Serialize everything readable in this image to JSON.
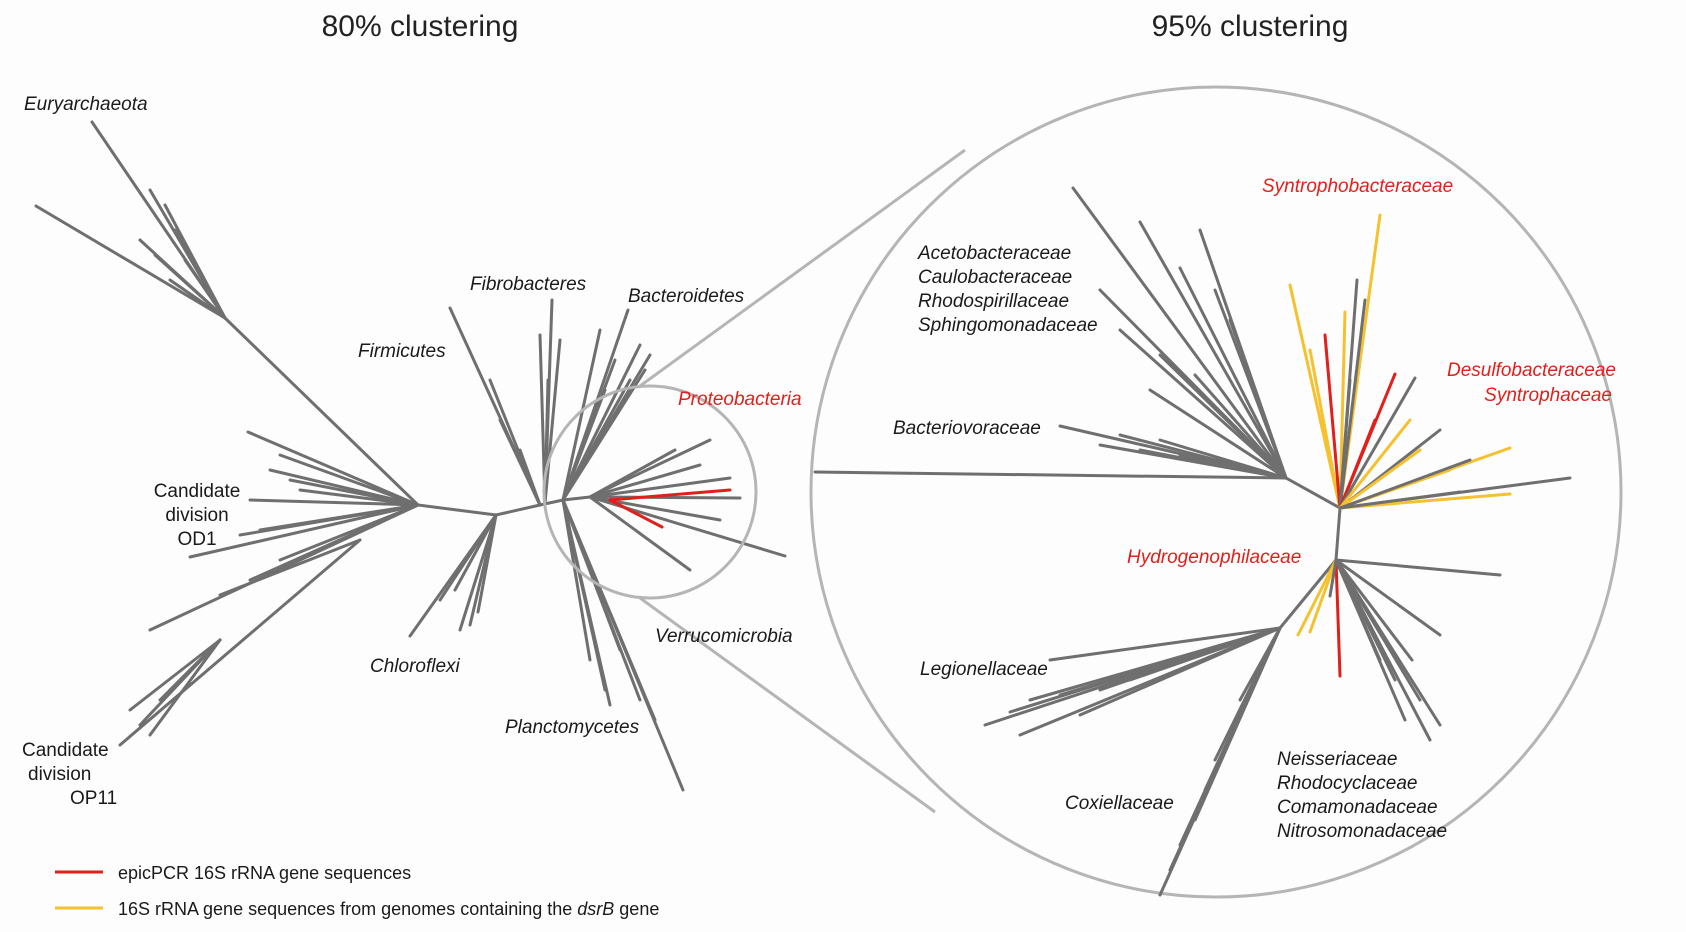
{
  "titles": {
    "left": "80% clustering",
    "right": "95% clustering"
  },
  "left_labels": {
    "euryarchaeota": "Euryarchaeota",
    "fibrobacteres": "Fibrobacteres",
    "bacteroidetes": "Bacteroidetes",
    "firmicutes": "Firmicutes",
    "proteobacteria": "Proteobacteria",
    "od1": [
      "Candidate",
      "division",
      "OD1"
    ],
    "chloroflexi": "Chloroflexi",
    "verrucomicrobia": "Verrucomicrobia",
    "planctomycetes": "Planctomycetes",
    "op11": [
      "Candidate",
      "division",
      "OP11"
    ]
  },
  "right_labels": {
    "syntrophobacteraceae": "Syntrophobacteraceae",
    "alpha_group": [
      "Acetobacteraceae",
      "Caulobacteraceae",
      "Rhodospirillaceae",
      "Sphingomonadaceae"
    ],
    "desulfobacteraceae": "Desulfobacteraceae",
    "syntrophaceae": "Syntrophaceae",
    "bacteriovoraceae": "Bacteriovoraceae",
    "hydrogenophilaceae": "Hydrogenophilaceae",
    "legionellaceae": "Legionellaceae",
    "coxiellaceae": "Coxiellaceae",
    "beta_group": [
      "Neisseriaceae",
      "Rhodocyclaceae",
      "Comamonadaceae",
      "Nitrosomonadaceae"
    ]
  },
  "legend": {
    "red_label": "epicPCR 16S rRNA gene sequences",
    "yellow_label_before": "16S rRNA gene sequences from genomes containing the ",
    "yellow_label_gene": "dsrB",
    "yellow_label_after": " gene"
  },
  "colors": {
    "branch": "#6f6f6f",
    "epicpcr": "#e0201b",
    "dsrb": "#f5c12e",
    "highlight_label": "#e0201b",
    "zoom_outline": "#b5b5b5"
  }
}
